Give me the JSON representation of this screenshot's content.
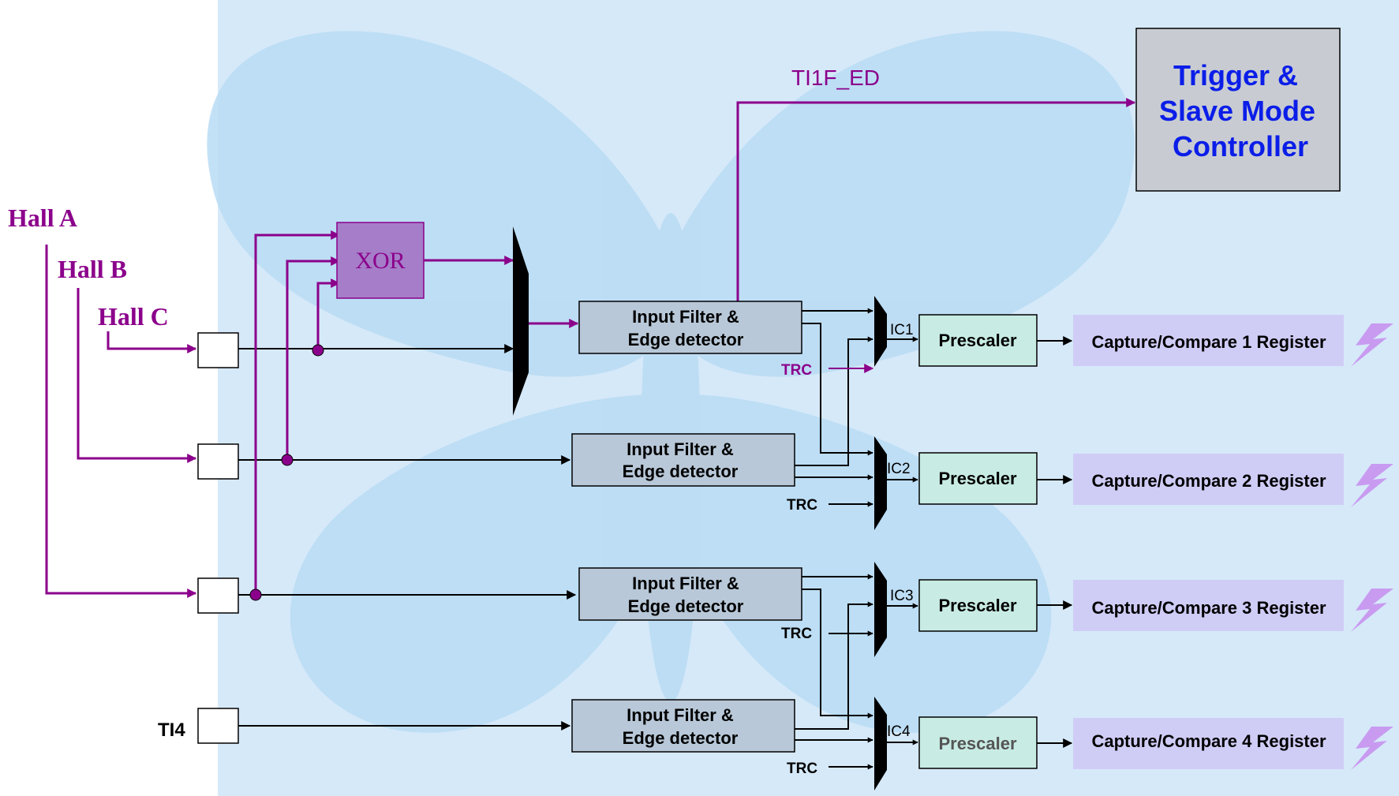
{
  "hall_labels": [
    "Hall A",
    "Hall B",
    "Hall C"
  ],
  "ti4_label": "TI4",
  "xor_label": "XOR",
  "ti1f_ed_label": "TI1F_ED",
  "controller": {
    "line1": "Trigger &",
    "line2": "Slave Mode",
    "line3": "Controller"
  },
  "filters": [
    {
      "line1": "Input Filter &",
      "line2": "Edge detector"
    },
    {
      "line1": "Input Filter &",
      "line2": "Edge detector"
    },
    {
      "line1": "Input Filter &",
      "line2": "Edge detector"
    },
    {
      "line1": "Input Filter &",
      "line2": "Edge detector"
    }
  ],
  "trc_label": "TRC",
  "ic_labels": [
    "IC1",
    "IC2",
    "IC3",
    "IC4"
  ],
  "prescaler_label": "Prescaler",
  "registers": [
    "Capture/Compare 1 Register",
    "Capture/Compare 2 Register",
    "Capture/Compare 3 Register",
    "Capture/Compare 4 Register"
  ],
  "colors": {
    "background_panel": "#d6e9f9",
    "hall_purple": "#8b008b",
    "xor_fill": "#a57dc8",
    "controller_text": "#0b1ee8",
    "controller_fill": "#c8ccd2",
    "filter_fill": "#b8c8d8",
    "prescaler_fill": "#c8ece4",
    "register_fill": "#cfcdf6",
    "lightning": "#c89bf0"
  },
  "icons": [
    "lightning-bolt-icon"
  ]
}
